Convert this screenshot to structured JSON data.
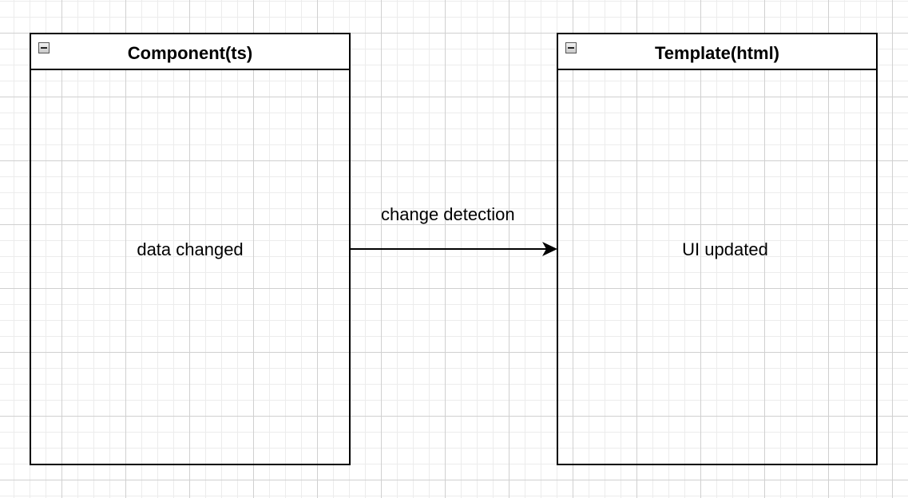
{
  "nodes": {
    "component": {
      "title": "Component(ts)",
      "body": "data changed"
    },
    "template": {
      "title": "Template(html)",
      "body": "UI updated"
    }
  },
  "edges": [
    {
      "from": "component",
      "to": "template",
      "label": "change detection"
    }
  ],
  "icons": {
    "collapse": "collapse-minus-icon"
  },
  "colors": {
    "stroke": "#000000",
    "grid_major": "#d0d0d0",
    "grid_minor": "#ececec",
    "background": "#ffffff"
  }
}
